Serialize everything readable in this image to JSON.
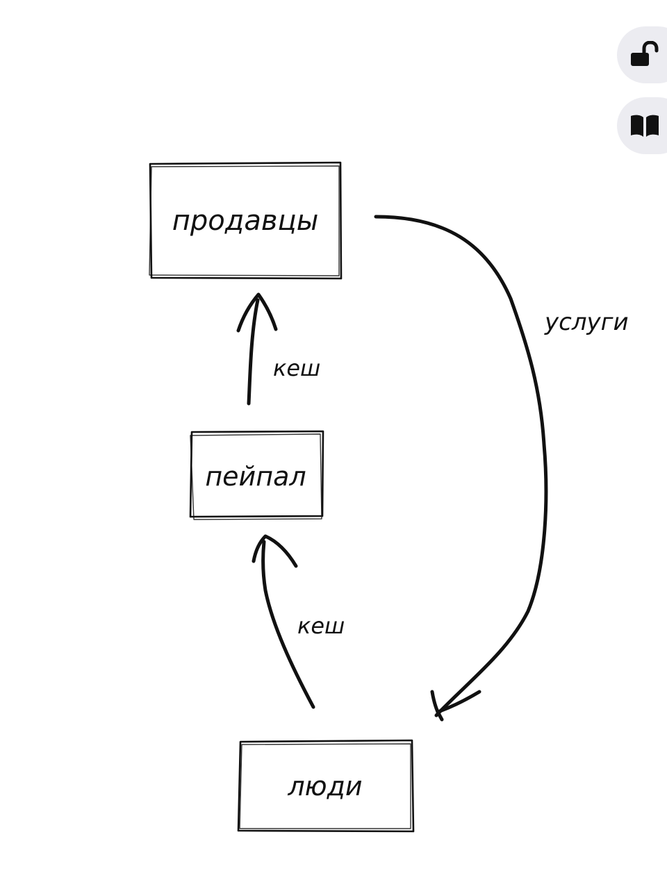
{
  "canvas": {
    "ink_color": "#111111",
    "background_color": "#ffffff"
  },
  "nodes": {
    "sellers": {
      "label": "продавцы"
    },
    "paypal": {
      "label": "пейпал"
    },
    "people": {
      "label": "люди"
    }
  },
  "edges": {
    "paypal_to_sellers": {
      "label": "кеш"
    },
    "people_to_paypal": {
      "label": "кеш"
    },
    "sellers_to_people": {
      "label": "услуги"
    }
  },
  "toolbar": {
    "button_background": "#ececf1",
    "lock_button": {
      "icon": "unlock-icon"
    },
    "library_button": {
      "icon": "book-icon"
    }
  }
}
